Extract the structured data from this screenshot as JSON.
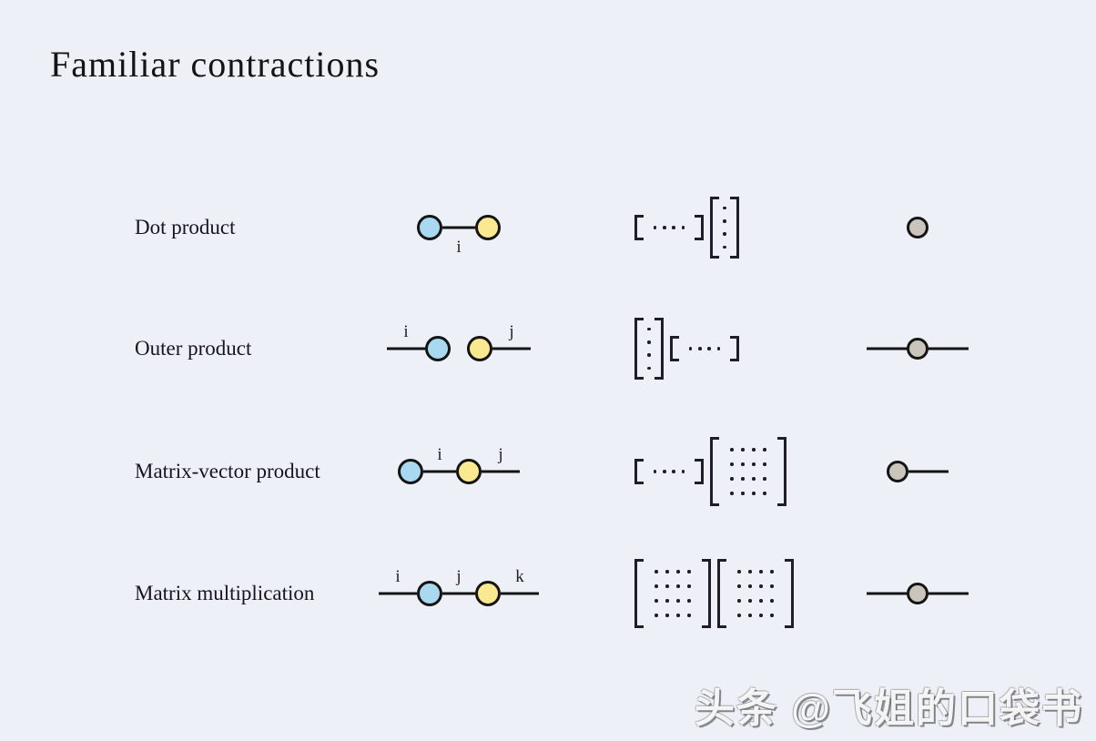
{
  "page": {
    "title": "Familiar contractions",
    "background": "#edf0f6",
    "watermark": "头条 @飞姐的口袋书"
  },
  "colors": {
    "node_blue": "#a9d9f1",
    "node_yellow": "#fbe992",
    "node_gray": "#c9c5bd",
    "stroke": "#141414",
    "ink": "#1f1d28"
  },
  "rows": [
    {
      "label": "Dot product",
      "diagram": [
        {
          "type": "node",
          "color": "blue"
        },
        {
          "type": "edge",
          "label": "i",
          "label_pos": "below"
        },
        {
          "type": "node",
          "color": "yellow"
        }
      ],
      "expression": [
        {
          "kind": "row-vector",
          "rows": 1,
          "cols": 4
        },
        {
          "kind": "col-vector",
          "rows": 4,
          "cols": 1
        }
      ],
      "result": [
        {
          "type": "node",
          "color": "gray"
        }
      ]
    },
    {
      "label": "Outer product",
      "diagram": [
        {
          "type": "leg",
          "label": "i",
          "label_pos": "above"
        },
        {
          "type": "node",
          "color": "blue"
        },
        {
          "type": "gap"
        },
        {
          "type": "node",
          "color": "yellow"
        },
        {
          "type": "leg",
          "label": "j",
          "label_pos": "above"
        }
      ],
      "expression": [
        {
          "kind": "col-vector",
          "rows": 4,
          "cols": 1
        },
        {
          "kind": "row-vector",
          "rows": 1,
          "cols": 4
        }
      ],
      "result": [
        {
          "type": "leg"
        },
        {
          "type": "node",
          "color": "gray"
        },
        {
          "type": "leg"
        }
      ]
    },
    {
      "label": "Matrix-vector product",
      "diagram": [
        {
          "type": "node",
          "color": "blue"
        },
        {
          "type": "edge",
          "label": "i",
          "label_pos": "above"
        },
        {
          "type": "node",
          "color": "yellow"
        },
        {
          "type": "leg",
          "label": "j",
          "label_pos": "above"
        }
      ],
      "expression": [
        {
          "kind": "row-vector",
          "rows": 1,
          "cols": 4
        },
        {
          "kind": "matrix",
          "rows": 4,
          "cols": 4
        }
      ],
      "result": [
        {
          "type": "node",
          "color": "gray"
        },
        {
          "type": "leg"
        }
      ]
    },
    {
      "label": "Matrix multiplication",
      "diagram": [
        {
          "type": "leg",
          "label": "i",
          "label_pos": "above"
        },
        {
          "type": "node",
          "color": "blue"
        },
        {
          "type": "edge",
          "label": "j",
          "label_pos": "above"
        },
        {
          "type": "node",
          "color": "yellow"
        },
        {
          "type": "leg",
          "label": "k",
          "label_pos": "above"
        }
      ],
      "expression": [
        {
          "kind": "matrix",
          "rows": 4,
          "cols": 4
        },
        {
          "kind": "matrix",
          "rows": 4,
          "cols": 4
        }
      ],
      "result": [
        {
          "type": "leg"
        },
        {
          "type": "node",
          "color": "gray"
        },
        {
          "type": "leg"
        }
      ]
    }
  ]
}
